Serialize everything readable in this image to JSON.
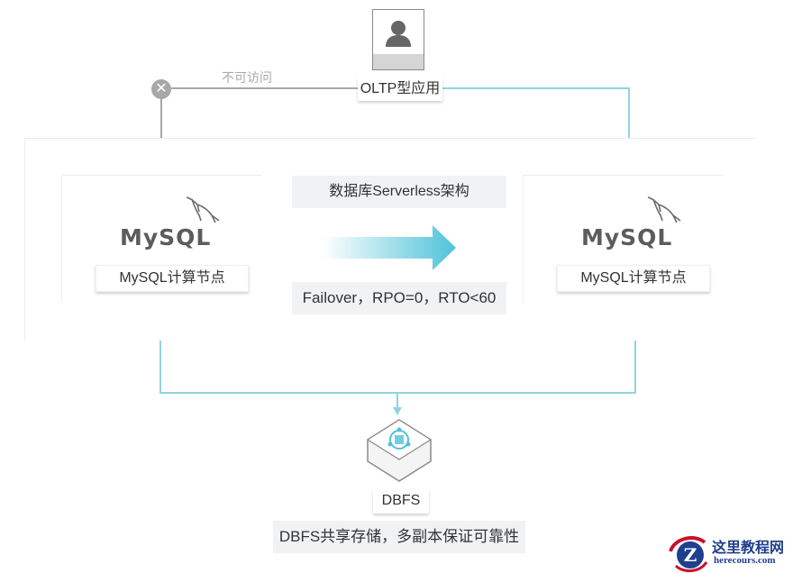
{
  "colors": {
    "active_line": "#8fd3e3",
    "inactive_line": "#a8a8a8",
    "arrow_gradient_end": "#4fc3d9",
    "label_bg": "#f0f2f4",
    "watermark_blue": "#1f3f8f",
    "watermark_red": "#c8102e"
  },
  "client": {
    "icon": "user-icon",
    "label": "OLTP型应用",
    "blocked_path_label": "不可访问",
    "blocked_icon": "x-circle-icon",
    "blocked_glyph": "✕"
  },
  "serverless": {
    "architecture_label": "数据库Serverless架构",
    "failover_label": "Failover，RPO=0，RTO<60",
    "direction_icon": "arrow-right-icon"
  },
  "nodes": [
    {
      "logo_text": "MySQL",
      "label": "MySQL计算节点",
      "state": "failed"
    },
    {
      "logo_text": "MySQL",
      "label": "MySQL计算节点",
      "state": "active"
    }
  ],
  "storage": {
    "icon": "dbfs-cube-icon",
    "label": "DBFS",
    "description": "DBFS共享存储，多副本保证可靠性"
  },
  "watermark": {
    "title": "这里教程网",
    "subtitle": "herecours.com",
    "logo_letter": "Z"
  }
}
